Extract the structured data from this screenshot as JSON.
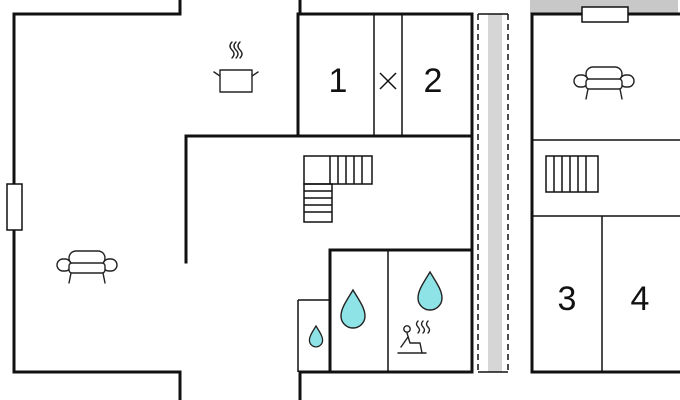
{
  "floorplan": {
    "room_numbers": {
      "r1": "1",
      "r2": "2",
      "r3": "3",
      "r4": "4"
    },
    "icons": {
      "kitchen": "cooking-pot-icon",
      "sofa": "sofa-icon",
      "stairs": "stairs-icon",
      "shower": "water-drop-icon",
      "sauna": "sauna-icon"
    },
    "colors": {
      "walls": "#111111",
      "water": "#8ee3e6",
      "terrace": "#d6d6d6"
    }
  }
}
